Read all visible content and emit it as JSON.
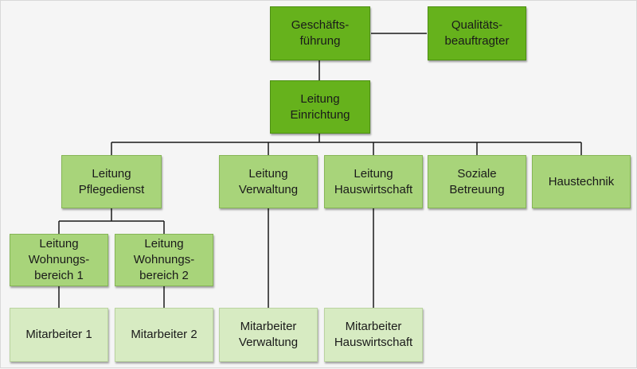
{
  "nodes": {
    "geschaeftsfuehrung": {
      "label": "Geschäfts-\nführung"
    },
    "qualitaetsbeauftragter": {
      "label": "Qualitäts-\nbeauftragter"
    },
    "leitung_einrichtung": {
      "label": "Leitung\nEinrichtung"
    },
    "leitung_pflegedienst": {
      "label": "Leitung\nPflegedienst"
    },
    "leitung_verwaltung": {
      "label": "Leitung\nVerwaltung"
    },
    "leitung_hauswirtschaft": {
      "label": "Leitung\nHauswirtschaft"
    },
    "soziale_betreuung": {
      "label": "Soziale\nBetreuung"
    },
    "haustechnik": {
      "label": "Haustechnik"
    },
    "leitung_wohnbereich_1": {
      "label": "Leitung\nWohnungs-\nbereich 1"
    },
    "leitung_wohnbereich_2": {
      "label": "Leitung\nWohnungs-\nbereich 2"
    },
    "mitarbeiter_1": {
      "label": "Mitarbeiter 1"
    },
    "mitarbeiter_2": {
      "label": "Mitarbeiter 2"
    },
    "mitarbeiter_verwaltung": {
      "label": "Mitarbeiter\nVerwaltung"
    },
    "mitarbeiter_hauswirtschaft": {
      "label": "Mitarbeiter\nHauswirtschaft"
    }
  },
  "colors": {
    "level_1": "#66b21c",
    "level_2": "#a8d47a",
    "level_3": "#d7ebc2",
    "connector": "#1a1a1a"
  }
}
